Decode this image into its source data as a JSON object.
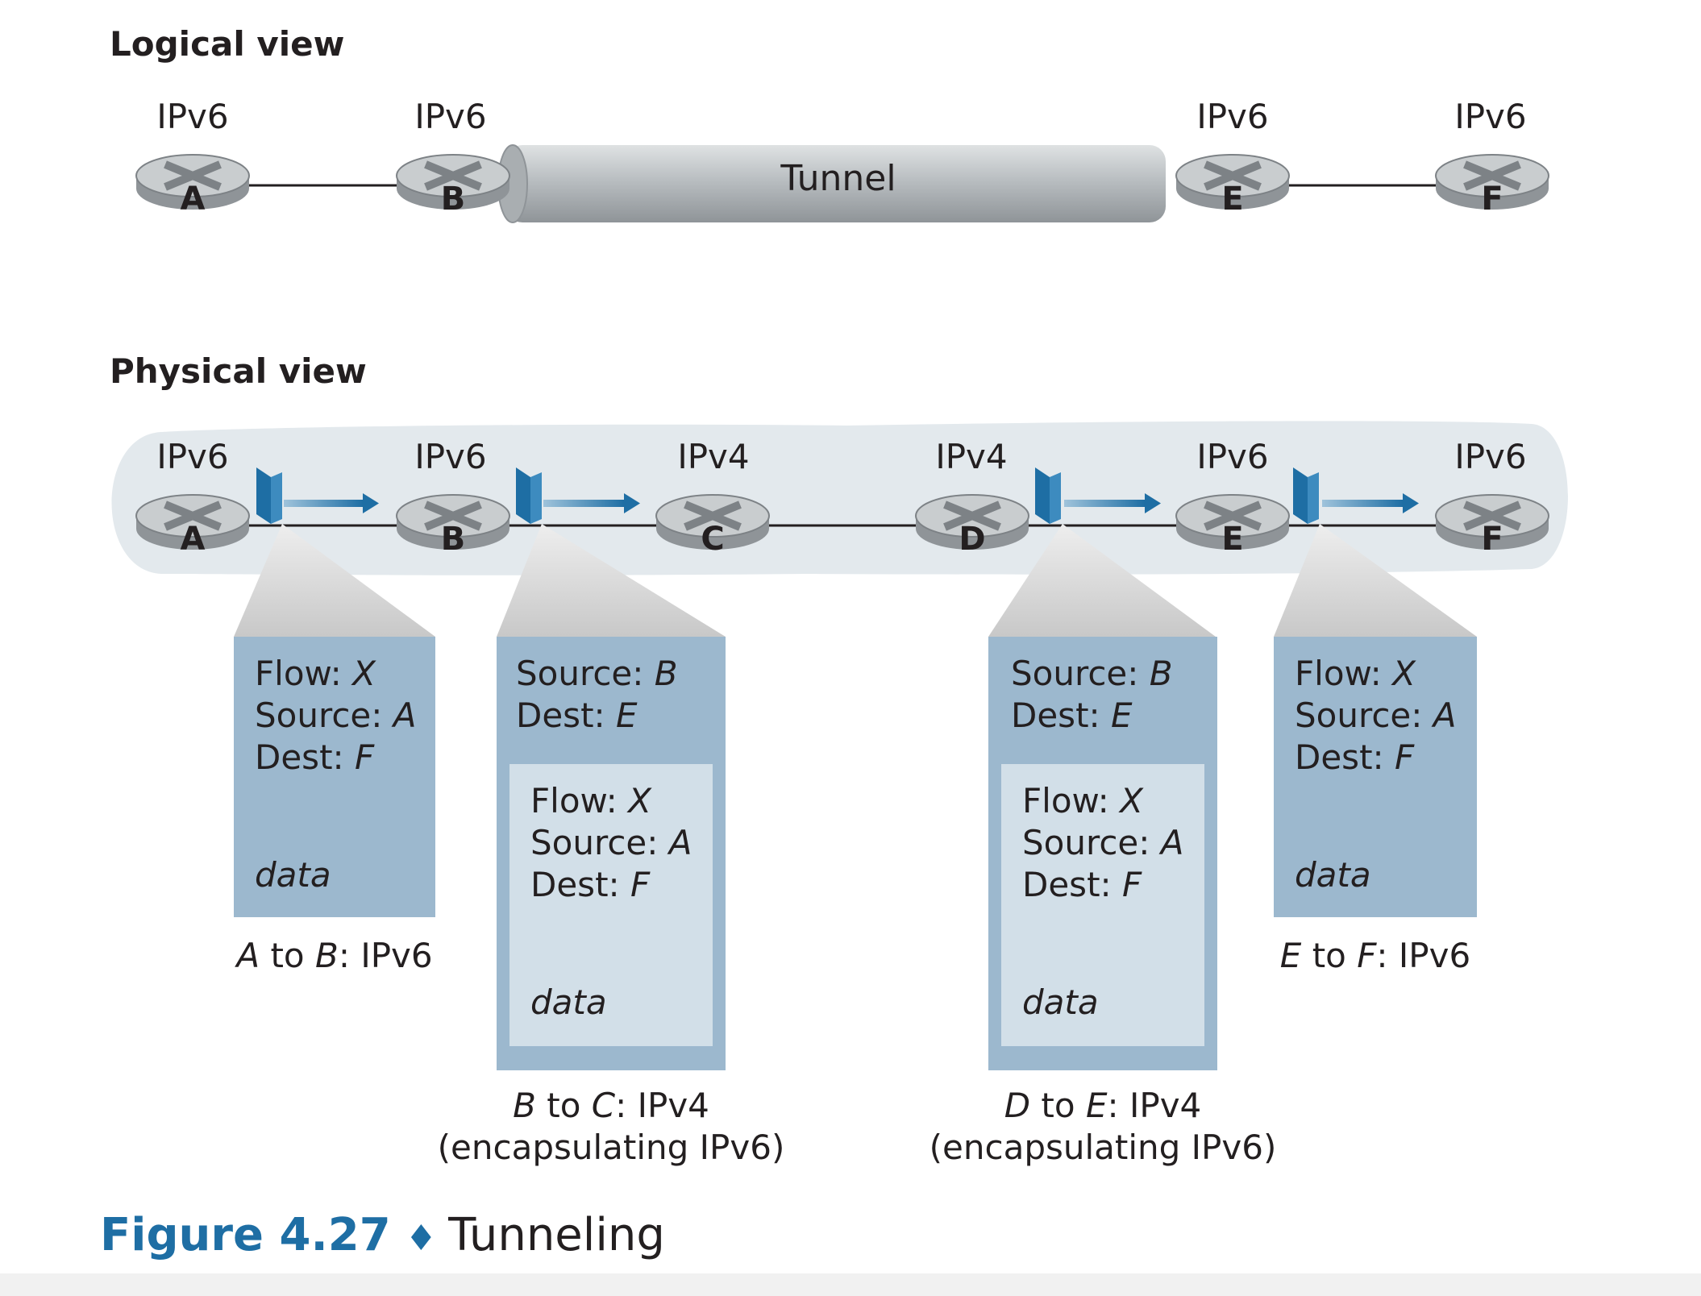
{
  "logical_view": {
    "title": "Logical view",
    "nodes": [
      {
        "label": "IPv6",
        "letter": "A"
      },
      {
        "label": "IPv6",
        "letter": "B"
      },
      {
        "label": "IPv6",
        "letter": "E"
      },
      {
        "label": "IPv6",
        "letter": "F"
      }
    ],
    "tunnel_label": "Tunnel"
  },
  "physical_view": {
    "title": "Physical view",
    "nodes": [
      {
        "label": "IPv6",
        "letter": "A"
      },
      {
        "label": "IPv6",
        "letter": "B"
      },
      {
        "label": "IPv4",
        "letter": "C"
      },
      {
        "label": "IPv4",
        "letter": "D"
      },
      {
        "label": "IPv6",
        "letter": "E"
      },
      {
        "label": "IPv6",
        "letter": "F"
      }
    ]
  },
  "packets": [
    {
      "fields": [
        {
          "name": "Flow: ",
          "value": "X"
        },
        {
          "name": "Source: ",
          "value": "A"
        },
        {
          "name": "Dest: ",
          "value": "F"
        }
      ],
      "payload": "data",
      "caption": {
        "from": "A",
        "mid": " to ",
        "to": "B",
        "proto": ": IPv6"
      }
    },
    {
      "outer_fields": [
        {
          "name": "Source: ",
          "value": "B"
        },
        {
          "name": "Dest: ",
          "value": "E"
        }
      ],
      "inner_fields": [
        {
          "name": "Flow: ",
          "value": "X"
        },
        {
          "name": "Source: ",
          "value": "A"
        },
        {
          "name": "Dest: ",
          "value": "F"
        }
      ],
      "payload": "data",
      "caption": {
        "from": "B",
        "mid": " to ",
        "to": "C",
        "proto": ": IPv4",
        "line2": "(encapsulating IPv6)"
      }
    },
    {
      "outer_fields": [
        {
          "name": "Source: ",
          "value": "B"
        },
        {
          "name": "Dest: ",
          "value": "E"
        }
      ],
      "inner_fields": [
        {
          "name": "Flow: ",
          "value": "X"
        },
        {
          "name": "Source: ",
          "value": "A"
        },
        {
          "name": "Dest: ",
          "value": "F"
        }
      ],
      "payload": "data",
      "caption": {
        "from": "D",
        "mid": " to ",
        "to": "E",
        "proto": ": IPv4",
        "line2": "(encapsulating IPv6)"
      }
    },
    {
      "fields": [
        {
          "name": "Flow: ",
          "value": "X"
        },
        {
          "name": "Source: ",
          "value": "A"
        },
        {
          "name": "Dest: ",
          "value": "F"
        }
      ],
      "payload": "data",
      "caption": {
        "from": "E",
        "mid": " to ",
        "to": "F",
        "proto": ": IPv6"
      }
    }
  ],
  "figure": {
    "number": "Figure 4.27",
    "bullet": "♦",
    "title": "Tunneling"
  },
  "colors": {
    "accent": "#1e6ea4",
    "packet_outer": "#9cb8ce",
    "packet_inner": "#d2dfe8",
    "cloud": "#e3e9ed",
    "tunnel": "#b7bcbf"
  }
}
